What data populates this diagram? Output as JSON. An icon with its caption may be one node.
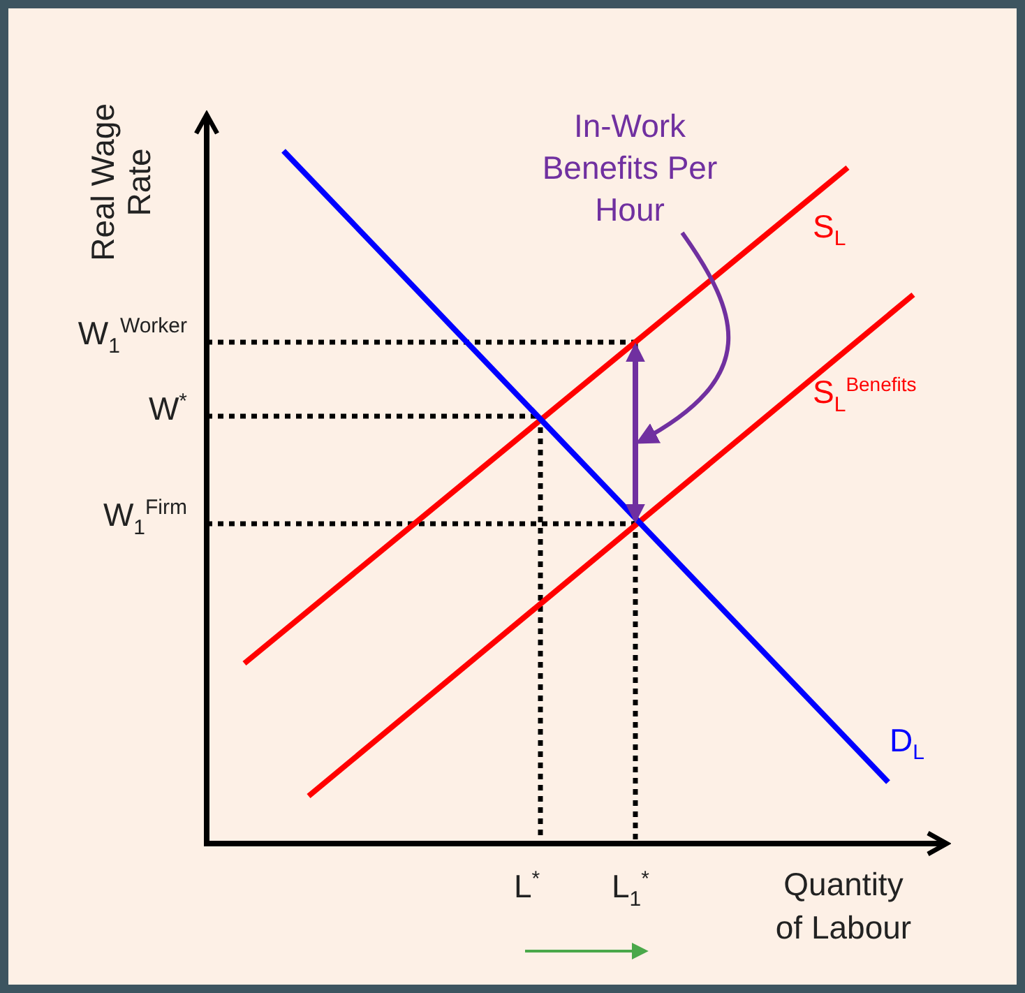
{
  "diagram": {
    "nodes": [
      {
        "text": [
          "In-Work Benefits Per Hour"
        ]
      },
      {
        "text": [],
        "shape": "arrow"
      }
    ],
    "edges": [
      {
        "from": 0,
        "to": 1,
        "arrow": "to",
        "color": "#7030a0"
      }
    ],
    "labels": [
      "Real Wage Rate",
      "W$_{1}$$^{Worker}$",
      "W$^{*}$",
      "W$_{1}$$^{Firm}$",
      "S$_{L}$",
      "S$_{L}$$^{Benefits}$",
      "D$_{L}$",
      "L$^{*}$",
      "L$_{1}$$^{*}$",
      "Quantity of Labour"
    ]
  }
}
